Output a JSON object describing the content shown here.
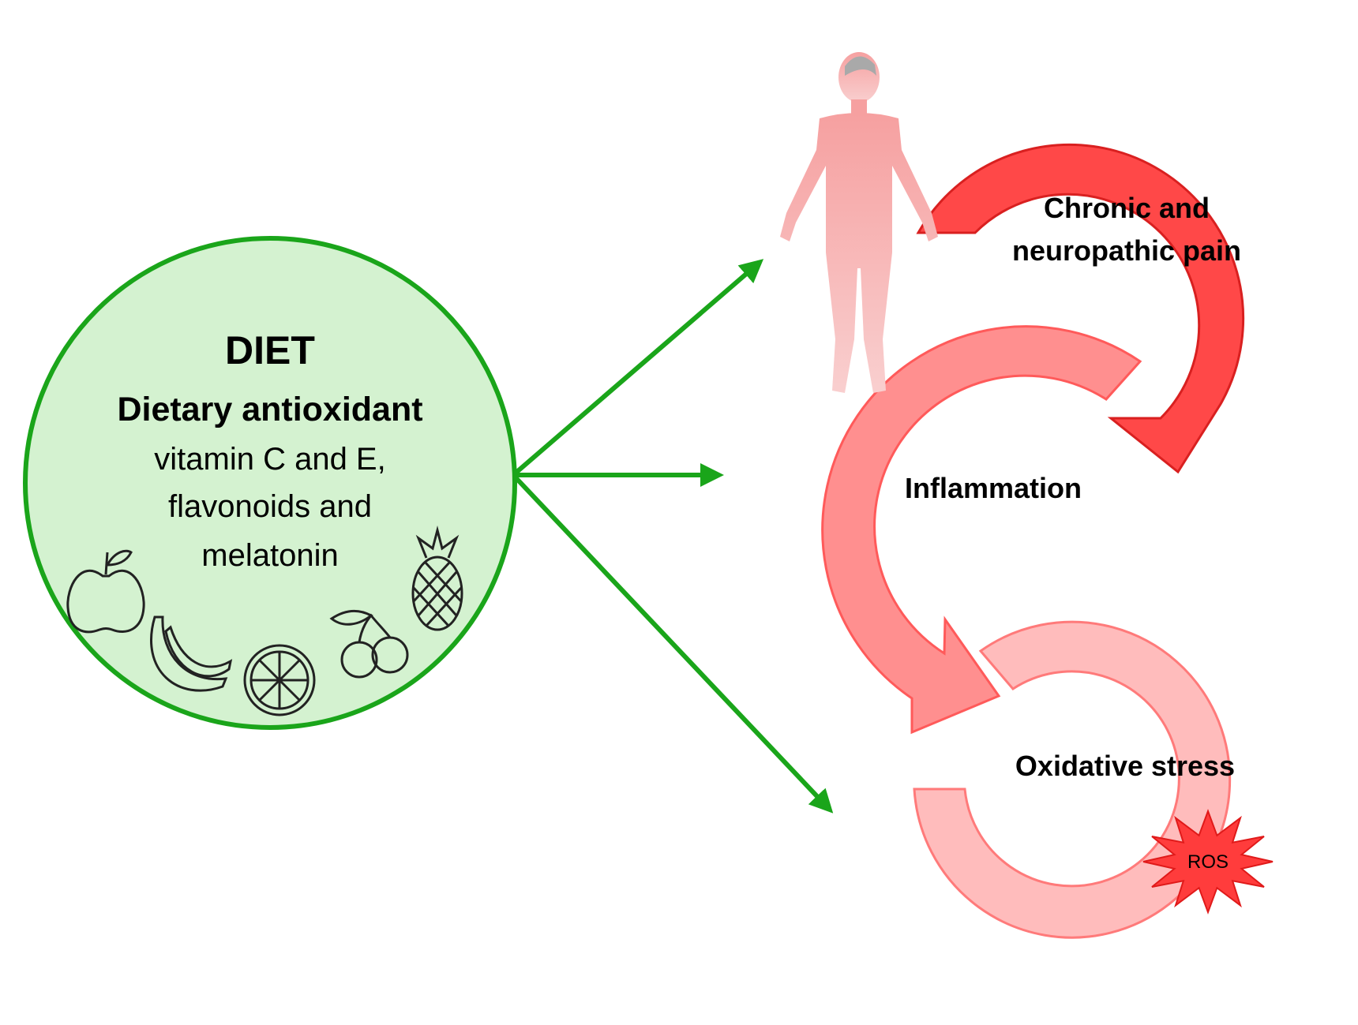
{
  "diet": {
    "title": "DIET",
    "subtitle": "Dietary antioxidant",
    "lines": [
      "vitamin C and E,",
      "flavonoids and",
      "melatonin"
    ],
    "fill_color": "#d4f2d0",
    "stroke_color": "#1aa51a",
    "icons": [
      "apple-icon",
      "banana-icon",
      "citrus-slice-icon",
      "cherry-icon",
      "pineapple-icon"
    ]
  },
  "cycle": {
    "pain": {
      "line1": "Chronic and",
      "line2": "neuropathic pain",
      "color": "#ff4a4a"
    },
    "inflammation": {
      "label": "Inflammation",
      "color": "#ff8a8a"
    },
    "oxidative": {
      "label": "Oxidative stress",
      "color": "#ffbcbc"
    },
    "ros": {
      "label": "ROS",
      "color": "#ff3c3c"
    }
  },
  "figure": {
    "icon": "human-figure-icon",
    "color": "#f7a2a2"
  },
  "arrows": {
    "color": "#1aa51a",
    "count": 3
  }
}
